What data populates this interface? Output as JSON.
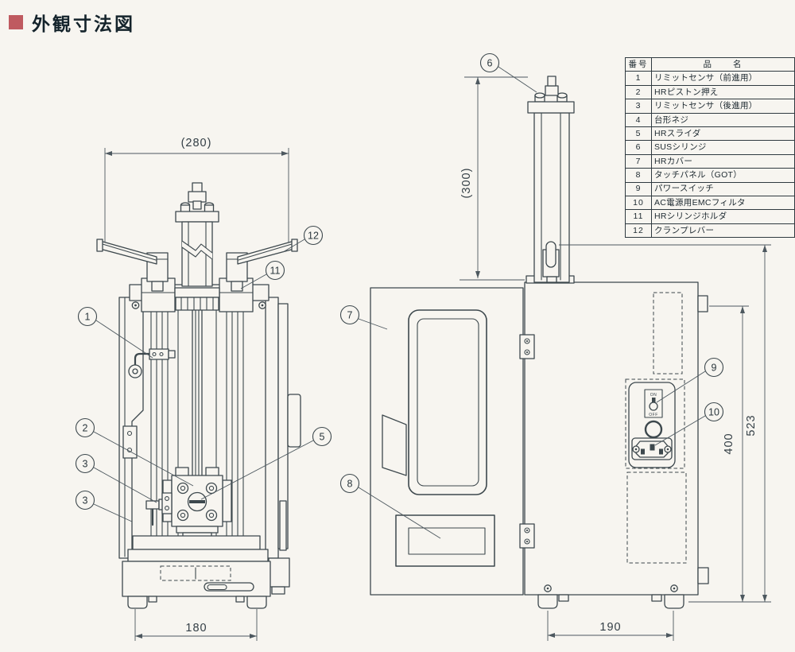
{
  "title": "外観寸法図",
  "parts_table": {
    "headers": {
      "no": "番号",
      "name": "品　　名"
    },
    "rows": [
      {
        "no": "1",
        "name": "リミットセンサ（前進用）"
      },
      {
        "no": "2",
        "name": "HRピストン押え"
      },
      {
        "no": "3",
        "name": "リミットセンサ（後進用）"
      },
      {
        "no": "4",
        "name": "台形ネジ"
      },
      {
        "no": "5",
        "name": "HRスライダ"
      },
      {
        "no": "6",
        "name": "SUSシリンジ"
      },
      {
        "no": "7",
        "name": "HRカバー"
      },
      {
        "no": "8",
        "name": "タッチパネル（GOT）"
      },
      {
        "no": "9",
        "name": "パワースイッチ"
      },
      {
        "no": "10",
        "name": "AC電源用EMCフィルタ"
      },
      {
        "no": "11",
        "name": "HRシリンジホルダ"
      },
      {
        "no": "12",
        "name": "クランプレバー"
      }
    ]
  },
  "dimensions": {
    "front_width": "(280)",
    "front_base": "180",
    "side_cylinder_height": "(300)",
    "side_base": "190",
    "side_height_panel": "400",
    "side_height_total": "523"
  },
  "callouts": [
    "1",
    "2",
    "3",
    "3",
    "5",
    "6",
    "7",
    "8",
    "9",
    "10",
    "11",
    "12"
  ],
  "power_switch": {
    "on": "ON",
    "off": "OFF"
  },
  "colors": {
    "accent": "#bf5a60",
    "line": "#3d484d",
    "background": "#f7f5f0"
  }
}
